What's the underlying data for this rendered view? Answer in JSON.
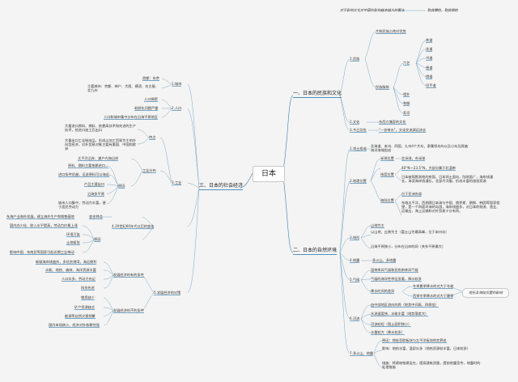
{
  "center": "日本",
  "top_note": {
    "left": "对于影响文化对中国的影响越来越大的看法",
    "right": "取其糟粕，取其精粕"
  },
  "sections": {
    "culture": "一、日本的民族和文化",
    "nature": "二、日本的自然环境",
    "society": "三、日本的社会经济"
  },
  "culture": {
    "minzu": "1.民族",
    "dahe": "大和民族占绝对优势",
    "fushi": "民族服装",
    "liuyi": "六艺",
    "liuyi_items": [
      "茶道",
      "花道",
      "书道",
      "香道",
      "棋道",
      "切手道"
    ],
    "other_items": [
      "相扑",
      "和服",
      "寿司"
    ],
    "wenhua": "2.文化",
    "wenhua_desc": "东西方兼容的文化",
    "yiqi": "3.今日及危",
    "yiqi_desc": "\"一衣带水\"，文化交流源远流长"
  },
  "nature": {
    "weizhi": "1.领土组成",
    "weizhi_desc": "北海道、本州、四国、九州4个大岛，隶属领岛屿以及小岛及周遍海洋海域组成",
    "dixing": "2.地理位置",
    "dx_a": "半球位置",
    "dx_a1": "北半球，东半球",
    "dx_b": "纬度位置",
    "dx_b1": "40°N～23.5°N，大部分属于北温带",
    "dx_c": "日本被周围其他的房国，日本领土面向，陆地面广，海岸线漫长，海滨海岸线漫长，北部丹洋服，形成丰富的旅游资源",
    "dx_d": "海陆位置",
    "dx_d1": "位于亚洲东部",
    "dx_d2": "东临太平洋，西侧隔日本海与中国、俄罗斯、朝鲜、韩国等国家相望，是一个四面环海的岛国，海岸线曲折，对日本的物流、渔业、运输业，海上运输和对外贸易十分有利。",
    "dixing_n": "3.地形",
    "dxx_1": "以山地、丘陵为主（富士山为最高峰，位于本州岛）",
    "dxx_0": "山地为主",
    "dxx_2": "沿海平原狭小，分布在沿岸的网（关东平原最大）",
    "dizhen": "4.地震",
    "dizhen_desc": "多火山，多地震",
    "qihou": "5.气候",
    "qh_1": "温带季风气候和亚热带季风气候",
    "qh_2": "气候的海洋性特征显著，降水较多",
    "qh_3": "降水时间的差异",
    "qh_3a": "冬季夏季降水的对大于冬季",
    "qh_3b": "西季冬季降水的对大于夏季",
    "heliu": "6.河流",
    "hl_1": "由中部地区流向的两（地势中间高，四周低）",
    "hl_2": "水流速度快，水能丰富（地势落差大）",
    "hl_3": "河流较短（国土面积狭小）",
    "hl_4": "水量较大（降水较多）",
    "ziyuan": "7.多火山、地震",
    "zy_1": "原因：地处亚欧板块与太平洋板块的交界处",
    "zy_2": "影响：地热丰富，温泉众多（地热资源较丰富，日本较多）",
    "zy_3": "措施：将建筑物建设在，提高建筑质量，提前地震宣传，地震时的处理措施"
  },
  "callout": "地形及海陆位置的影响",
  "society": {
    "chengshi": "1.城市",
    "cs_1": "首都：东京",
    "cs_2": "主要城市：京都、神户、大阪、横滨、名古屋、北九州",
    "renkou": "2.人口",
    "rk_1": "人口稠密",
    "rk_2": "老龄化问题严重",
    "rk_3": "人口和城市集中分布在沿海平原地区",
    "gongye": "3.工业",
    "gy_tese": "特点",
    "gy_t1": "大量进口原料、燃料、依靠高技术和先进的生产技术，经进口加工后出口",
    "gy_t2": "大量出口工业制成品，形成以加工贸易为主的外向型经济，对外贸易对象主要有美国、中国和欧洲",
    "gy_fenbu": "工业分布",
    "gy_f1": "太平洋沿岸、濑户内海沿岸",
    "gy_yuanyin": "原因",
    "gy_y1": "原料、燃料主要依赖进口，",
    "gy_y2": "进口条件优越，运送原料可以海运",
    "gy_y3": "产品主要出口",
    "gy_y4": "沿海多平原",
    "gy_y5": "城市人口集中，劳动力丰富，便于居民劳动力",
    "bianhua": "4.20世纪60年代以后的变化",
    "bh_1": "变化特点",
    "bh_1a": "东海产业海外发展，建立海外生产和销售基地",
    "bh_2": "原因",
    "bh_2a": "国内办少化、收入水平提高，劳动力价格上涨",
    "bh_2b": "环境污染",
    "bh_2c": "土地紧张",
    "bh_2d": "影响中国、东南亚等国家引起近期工业带动",
    "fazhan": "5.发展经济的对策",
    "fz_1": "发展经济的有利条件",
    "fz_1a": "新颖海岸线曲折，多优良港湾，海运便利",
    "fz_1b": "水能、地热、森林、海洋资源丰富",
    "fz_1c": "人口众多，劳动力充足",
    "fz_1d": "科技先进",
    "fz_2": "发展经济的不利条件",
    "fz_2a": "物资缺少",
    "fz_2b": "矿产资源缺乏",
    "fz_2c": "能源等自然灾害频繁",
    "fz_2d": "国内市场狭小，经济对外依赖性强"
  }
}
